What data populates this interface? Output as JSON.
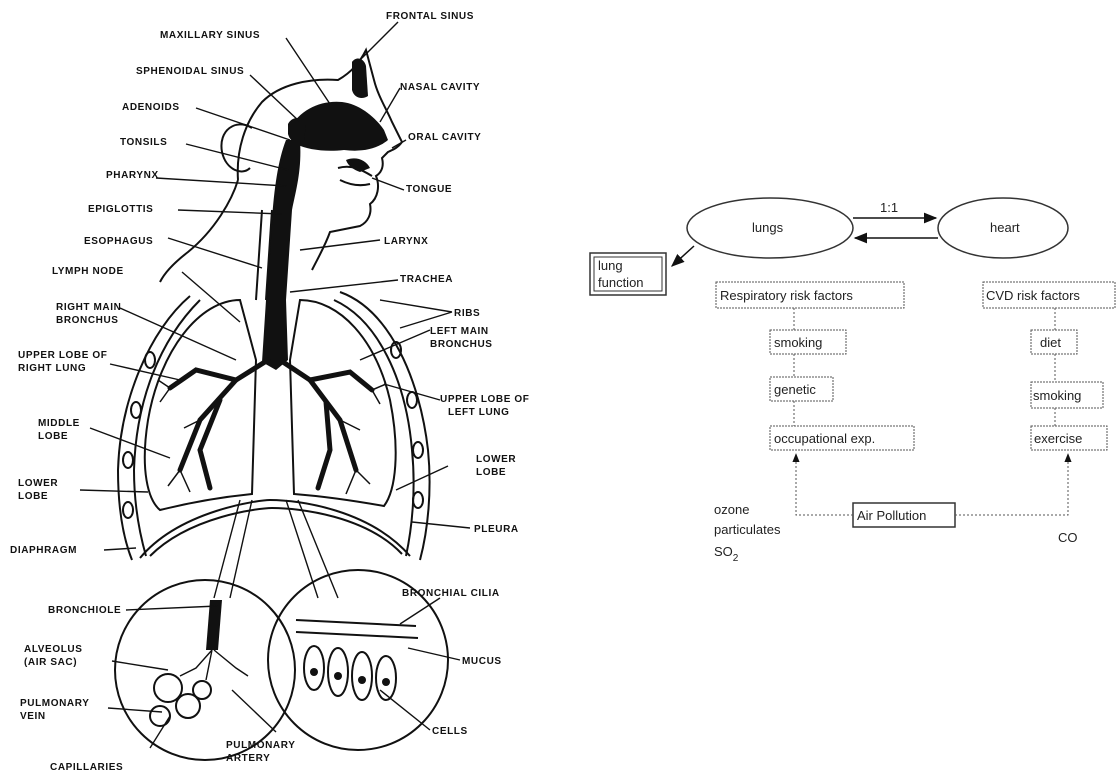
{
  "anatomy": {
    "frontal_sinus": "FRONTAL SINUS",
    "maxillary_sinus": "MAXILLARY SINUS",
    "sphenoidal_sinus": "SPHENOIDAL SINUS",
    "nasal_cavity": "NASAL CAVITY",
    "adenoids": "ADENOIDS",
    "oral_cavity": "ORAL CAVITY",
    "tonsils": "TONSILS",
    "pharynx": "PHARYNX",
    "tongue": "TONGUE",
    "epiglottis": "EPIGLOTTIS",
    "esophagus": "ESOPHAGUS",
    "larynx": "LARYNX",
    "lymph_node": "LYMPH NODE",
    "trachea": "TRACHEA",
    "ribs": "RIBS",
    "right_main_bronchus_1": "RIGHT MAIN",
    "right_main_bronchus_2": "BRONCHUS",
    "left_main_bronchus_1": "LEFT MAIN",
    "left_main_bronchus_2": "BRONCHUS",
    "upper_lobe_right_1": "UPPER LOBE OF",
    "upper_lobe_right_2": "RIGHT LUNG",
    "upper_lobe_left_1": "UPPER LOBE OF",
    "upper_lobe_left_2": "LEFT LUNG",
    "middle_lobe_1": "MIDDLE",
    "middle_lobe_2": "LOBE",
    "lower_lobe_left_1": "LOWER",
    "lower_lobe_left_2": "LOBE",
    "lower_lobe_right_1": "LOWER",
    "lower_lobe_right_2": "LOBE",
    "pleura": "PLEURA",
    "diaphragm": "DIAPHRAGM",
    "bronchiole": "BRONCHIOLE",
    "bronchial_cilia": "BRONCHIAL CILIA",
    "alveolus_1": "ALVEOLUS",
    "alveolus_2": "(AIR SAC)",
    "mucus": "MUCUS",
    "pulmonary_vein_1": "PULMONARY",
    "pulmonary_vein_2": "VEIN",
    "cells": "CELLS",
    "pulmonary_artery_1": "PULMONARY",
    "pulmonary_artery_2": "ARTERY",
    "capillaries": "CAPILLARIES"
  },
  "flow": {
    "lungs": "lungs",
    "heart": "heart",
    "ratio": "1:1",
    "lung_function_1": "lung",
    "lung_function_2": "function",
    "respiratory_risk": "Respiratory risk factors",
    "cvd_risk": "CVD risk factors",
    "smoking_left": "smoking",
    "genetic": "genetic",
    "occupational": "occupational exp.",
    "diet": "diet",
    "smoking_right": "smoking",
    "exercise": "exercise",
    "air_pollution": "Air Pollution",
    "ozone": "ozone",
    "particulates": "particulates",
    "so2_main": "SO",
    "so2_sub": "2",
    "co": "CO"
  }
}
